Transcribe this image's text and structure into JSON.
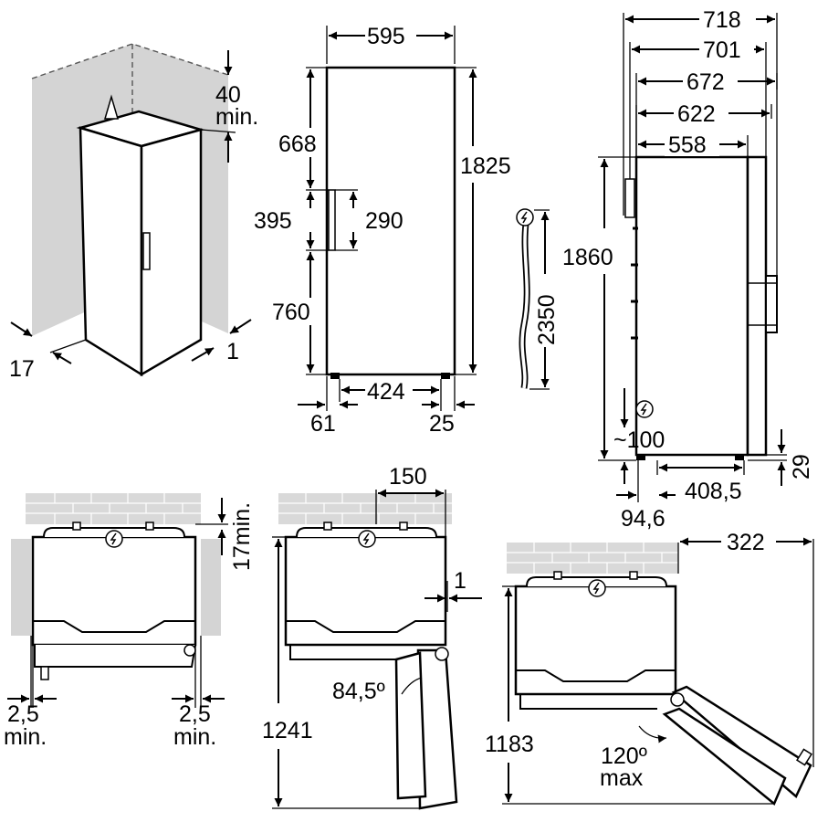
{
  "iso_view": {
    "top_clearance_value": "40",
    "top_clearance_unit": "min.",
    "left_gap": "17",
    "right_gap": "1"
  },
  "front_view": {
    "width": "595",
    "height_total": "1825",
    "upper_section": "668",
    "handle_zone": "395",
    "handle_length": "290",
    "lower_section": "760",
    "feet_spacing": "424",
    "left_offset": "61",
    "right_offset": "25"
  },
  "power_cable": {
    "length": "2350"
  },
  "side_view": {
    "depth_718": "718",
    "depth_701": "701",
    "depth_672": "672",
    "depth_622": "622",
    "depth_558": "558",
    "height": "1860",
    "socket_height": "~100",
    "feet_depth": "408,5",
    "feet_height": "29",
    "rear_offset": "94,6"
  },
  "plan_left": {
    "rear_clearance_value": "17",
    "rear_clearance_unit": "min.",
    "side_left_value": "2,5",
    "side_left_unit": "min.",
    "side_right_value": "2,5",
    "side_right_unit": "min."
  },
  "plan_middle": {
    "hinge_offset": "150",
    "side_gap": "1",
    "door_angle": "84,5º",
    "total_depth": "1241"
  },
  "plan_right": {
    "swing_width": "322",
    "total_depth": "1183",
    "door_angle": "120º",
    "door_angle_note": "max"
  }
}
